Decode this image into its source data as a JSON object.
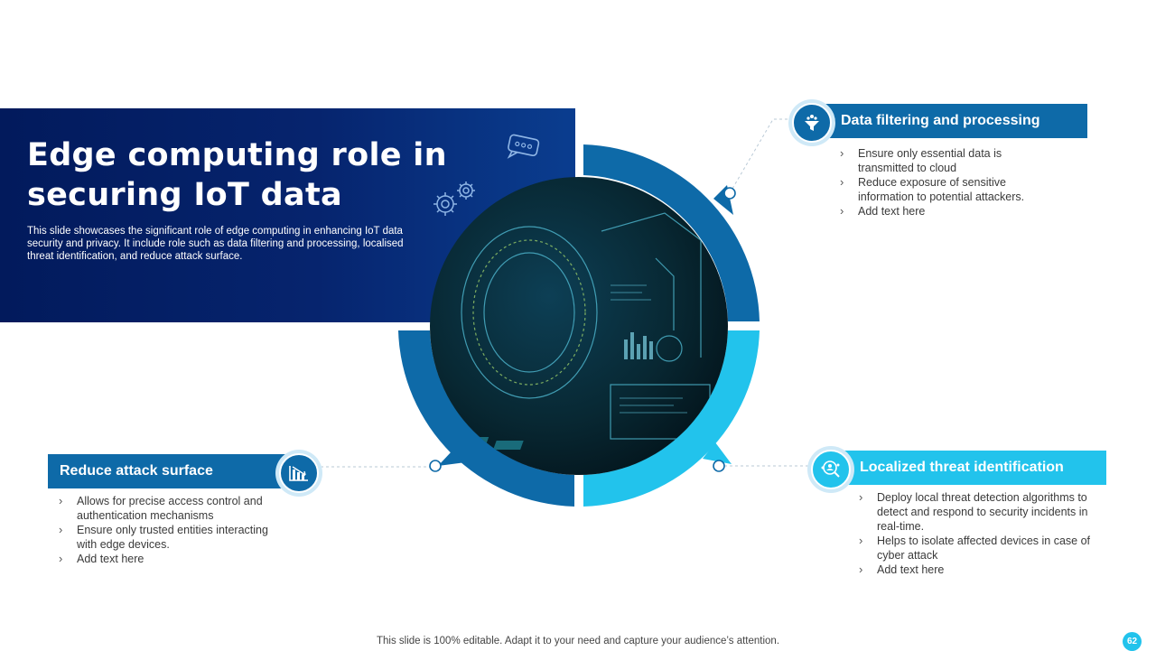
{
  "title": "Edge computing role in securing IoT data",
  "subtitle": "This slide showcases the significant role of edge computing in enhancing IoT data security and privacy. It include role such as data filtering and processing, localised threat identification, and reduce attack surface.",
  "sections": {
    "data_filtering": {
      "heading": "Data filtering and processing",
      "icon": "funnel-icon",
      "bullets": [
        "Ensure only essential data is transmitted to cloud",
        "Reduce exposure of sensitive information to potential attackers.",
        "Add text here"
      ]
    },
    "localized_threat": {
      "heading": "Localized threat identification",
      "icon": "search-people-icon",
      "bullets": [
        "Deploy local threat detection algorithms to detect and respond to security incidents in real-time.",
        "Helps to isolate affected devices in case of cyber attack",
        "Add text here"
      ]
    },
    "reduce_attack": {
      "heading": "Reduce attack surface",
      "icon": "bar-chart-down-icon",
      "bullets": [
        "Allows for precise access control and authentication mechanisms",
        "Ensure only trusted entities interacting with edge devices.",
        "Add text here"
      ]
    }
  },
  "footer": "This slide is 100% editable. Adapt it to your need and capture your audience’s attention.",
  "page_number": "62",
  "colors": {
    "navy": "#021a5c",
    "blue": "#0e6aa8",
    "cyan": "#22c3ec"
  }
}
